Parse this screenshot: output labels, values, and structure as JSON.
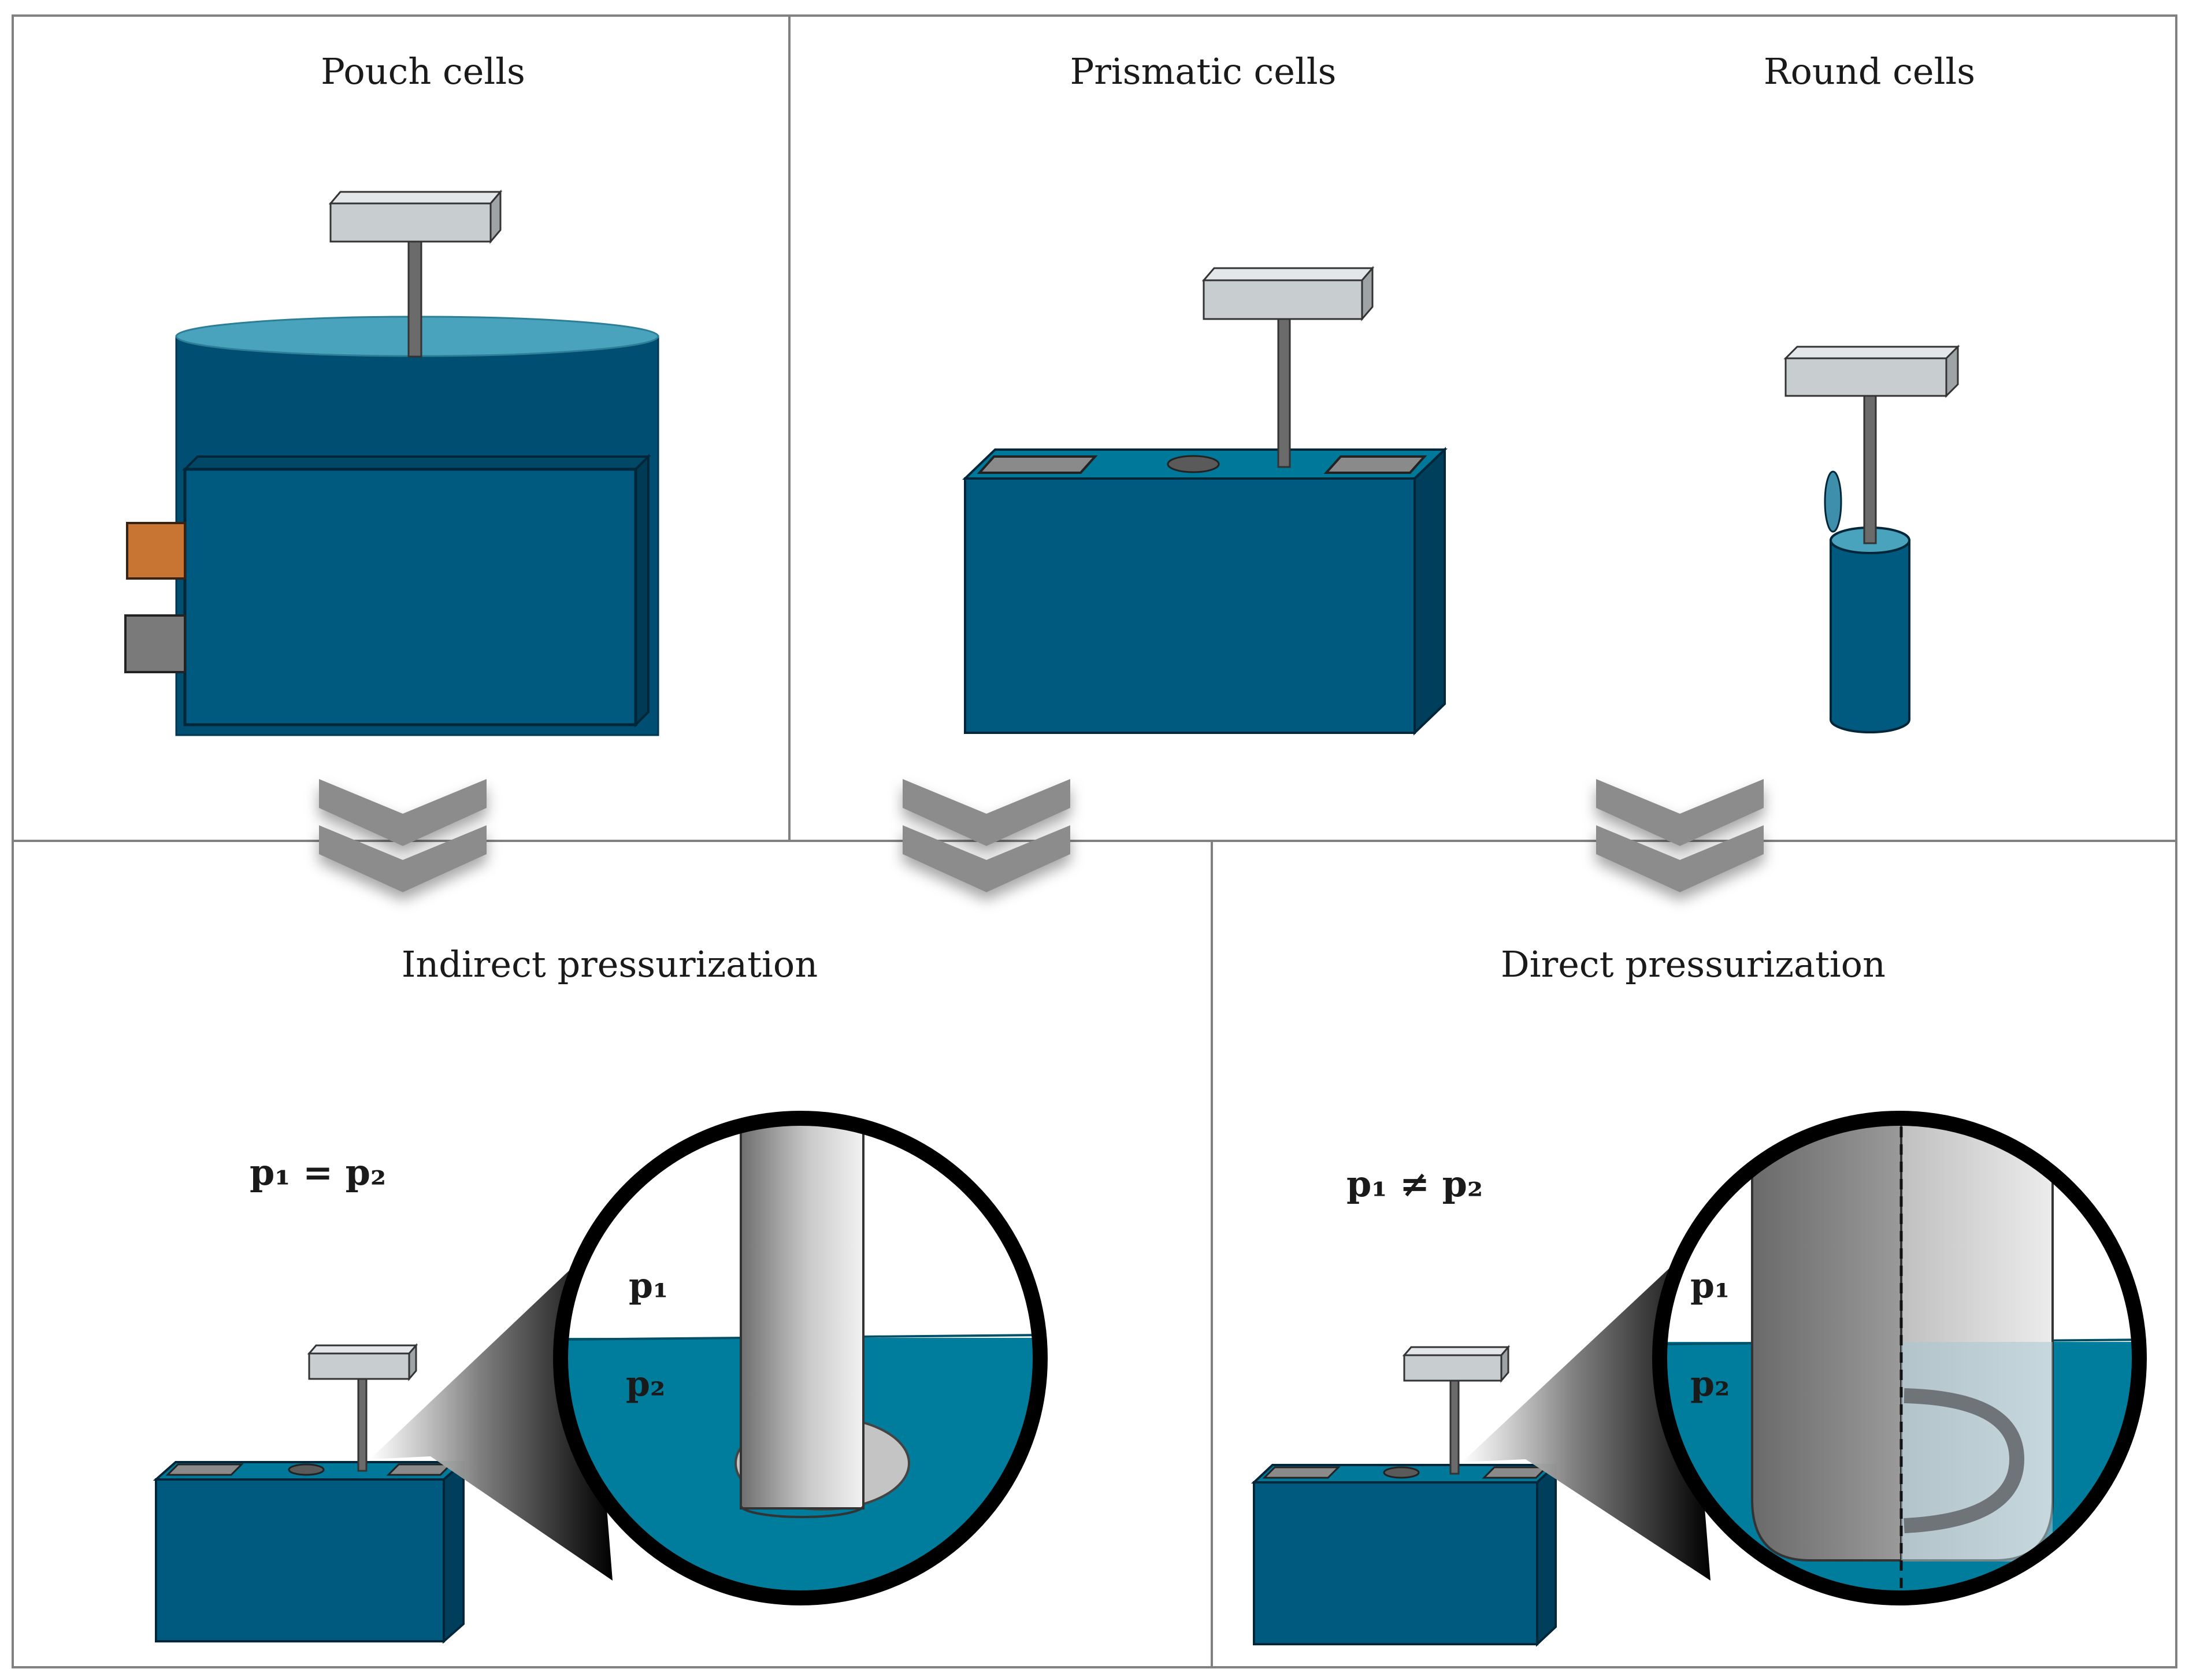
{
  "panels": {
    "pouch_title": "Pouch cells",
    "prismatic_title": "Prismatic cells",
    "round_title": "Round cells",
    "indirect_title": "Indirect pressurization",
    "direct_title": "Direct pressurization"
  },
  "indirect": {
    "equation": "p₁ = p₂",
    "zoom_label_top": "p₁",
    "zoom_label_bottom": "p₂"
  },
  "direct": {
    "equation": "p₁ ≠ p₂",
    "zoom_label_top": "p₁",
    "zoom_label_bottom": "p₂"
  },
  "colors": {
    "cell_blue": "#005a80",
    "cell_dark": "#004a6b",
    "liquid_teal": "#007d9c",
    "liquid_light": "#4aa3bd",
    "sensor_gray": "#c8cdd0",
    "copper_tab": "#c87533",
    "gray_tab": "#7a7a7a",
    "chevron": "#8c8c8c"
  },
  "icons": [
    "sensor-icon",
    "chevron-down-icon",
    "magnifier-icon"
  ]
}
